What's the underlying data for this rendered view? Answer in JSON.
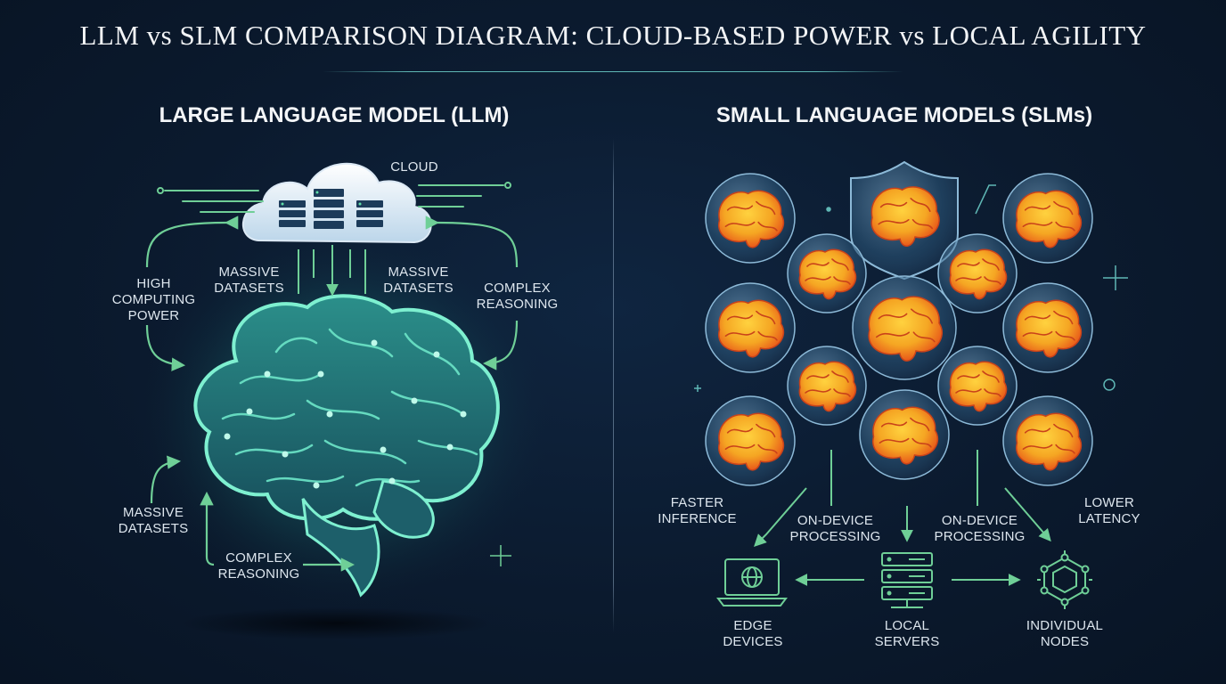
{
  "title": "LLM vs SLM COMPARISON DIAGRAM: CLOUD-BASED POWER vs LOCAL AGILITY",
  "llm": {
    "heading": "LARGE LANGUAGE MODEL (LLM)",
    "cloud_label": "CLOUD",
    "labels": {
      "high_computing_power": "HIGH\nCOMPUTING\nPOWER",
      "massive_datasets_left": "MASSIVE\nDATASETS",
      "massive_datasets_right": "MASSIVE\nDATASETS",
      "complex_reasoning_right": "COMPLEX\nREASONING",
      "massive_datasets_bottom": "MASSIVE\nDATASETS",
      "complex_reasoning_bottom": "COMPLEX\nREASONING"
    },
    "colors": {
      "brain": "#3fc9a8",
      "glow": "#7ef0d0",
      "arrow": "#6fcf97"
    }
  },
  "slm": {
    "heading": "SMALL LANGUAGE MODELS (SLMs)",
    "labels": {
      "faster_inference": "FASTER\nINFERENCE",
      "on_device_processing_1": "ON-DEVICE\nPROCESSING",
      "on_device_processing_2": "ON-DEVICE\nPROCESSING",
      "lower_latency": "LOWER\nLATENCY"
    },
    "devices": [
      {
        "label": "EDGE\nDEVICES",
        "icon": "laptop-globe-icon"
      },
      {
        "label": "LOCAL\nSERVERS",
        "icon": "server-rack-icon"
      },
      {
        "label": "INDIVIDUAL\nNODES",
        "icon": "network-nodes-icon"
      }
    ],
    "colors": {
      "brain": "#f5a623",
      "brain_shade": "#e8591a",
      "bubble": "#5f8fb3"
    }
  }
}
